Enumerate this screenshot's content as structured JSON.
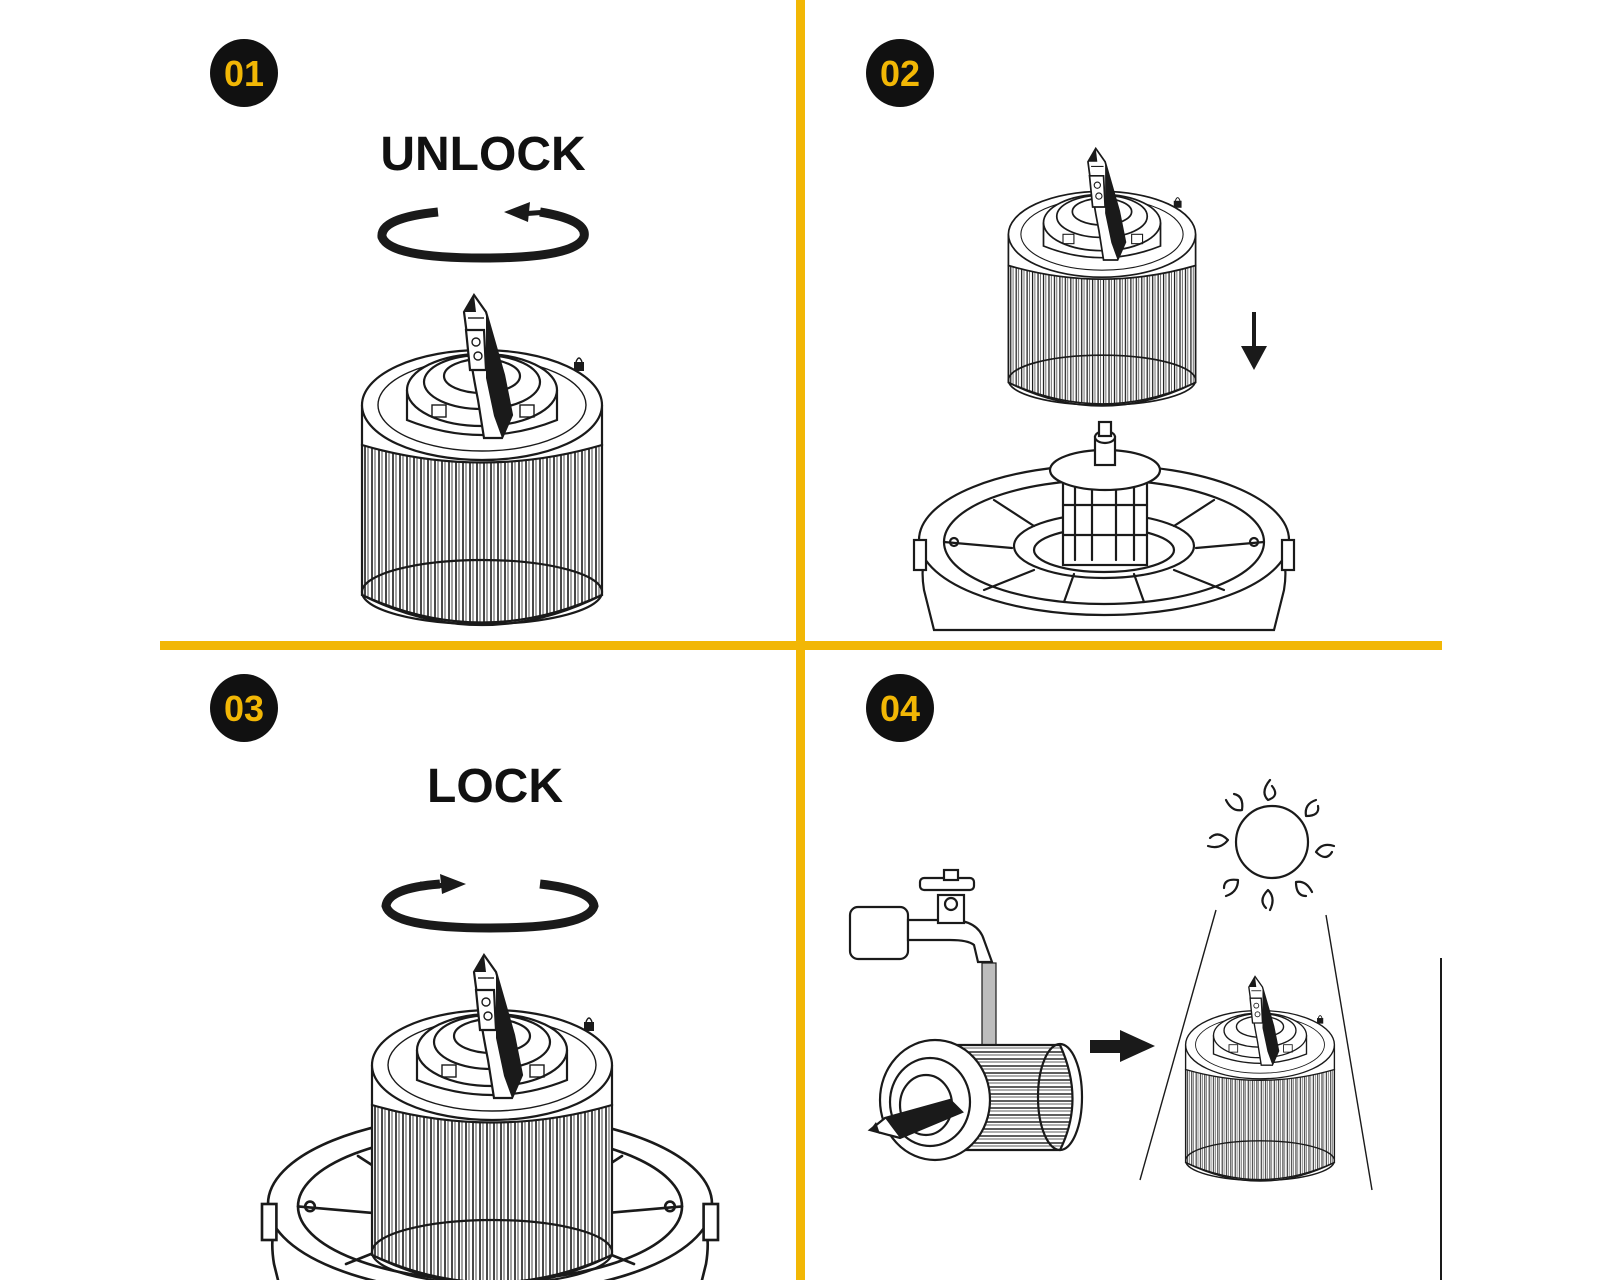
{
  "colors": {
    "accent": "#F2B705",
    "ink": "#1a1a1a",
    "background": "#ffffff"
  },
  "steps": [
    {
      "number": "01",
      "label": "UNLOCK",
      "icon": "rotate-unlock-icon"
    },
    {
      "number": "02",
      "label": "",
      "icon": "down-arrow-icon"
    },
    {
      "number": "03",
      "label": "LOCK",
      "icon": "rotate-lock-icon"
    },
    {
      "number": "04",
      "label": "",
      "icon": "sun-icon"
    }
  ]
}
